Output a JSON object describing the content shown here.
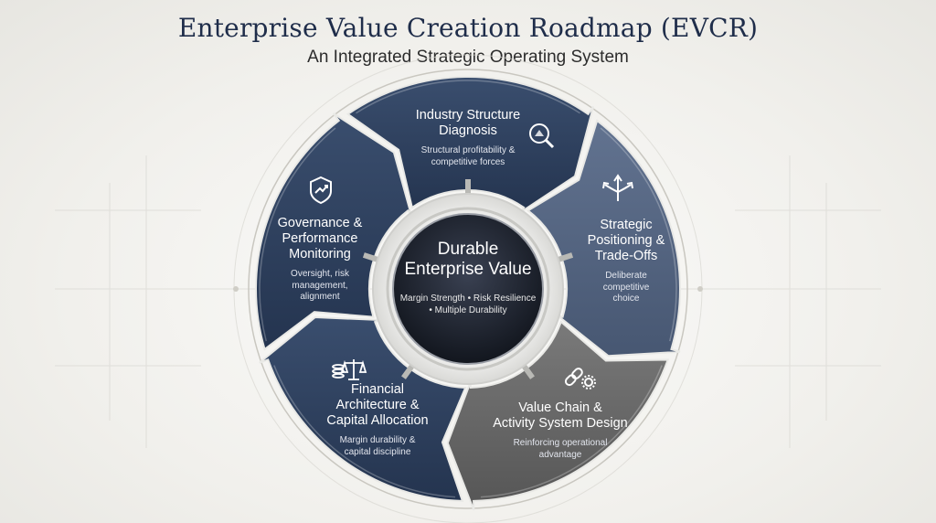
{
  "header": {
    "title": "Enterprise Value Creation Roadmap (EVCR)",
    "subtitle": "An Integrated Strategic Operating System"
  },
  "center": {
    "title_line1": "Durable",
    "title_line2": "Enterprise Value",
    "desc_line1": "Margin Strength • Risk Resilience",
    "desc_line2": "• Multiple Durability"
  },
  "segments": [
    {
      "id": "industry",
      "title_lines": [
        "Industry Structure",
        "Diagnosis"
      ],
      "desc_lines": [
        "Structural profitability &",
        "competitive forces"
      ],
      "icon": "magnifier-icon"
    },
    {
      "id": "positioning",
      "title_lines": [
        "Strategic",
        "Positioning &",
        "Trade-Offs"
      ],
      "desc_lines": [
        "Deliberate",
        "competitive",
        "choice"
      ],
      "icon": "diverging-arrows-icon"
    },
    {
      "id": "valuechain",
      "title_lines": [
        "Value Chain &",
        "Activity System Design"
      ],
      "desc_lines": [
        "Reinforcing operational",
        "advantage"
      ],
      "icon": "chain-gear-icon"
    },
    {
      "id": "financial",
      "title_lines": [
        "Financial",
        "Architecture &",
        "Capital Allocation"
      ],
      "desc_lines": [
        "Margin durability &",
        "capital discipline"
      ],
      "icon": "scales-icon"
    },
    {
      "id": "governance",
      "title_lines": [
        "Governance &",
        "Performance",
        "Monitoring"
      ],
      "desc_lines": [
        "Oversight, risk",
        "management,",
        "alignment"
      ],
      "icon": "shield-icon"
    }
  ],
  "colors": {
    "navy": "#2c3d5a",
    "slate": "#4f607a",
    "gray": "#6b6b6b",
    "center": "#1e2430",
    "title": "#1f2d4a"
  }
}
